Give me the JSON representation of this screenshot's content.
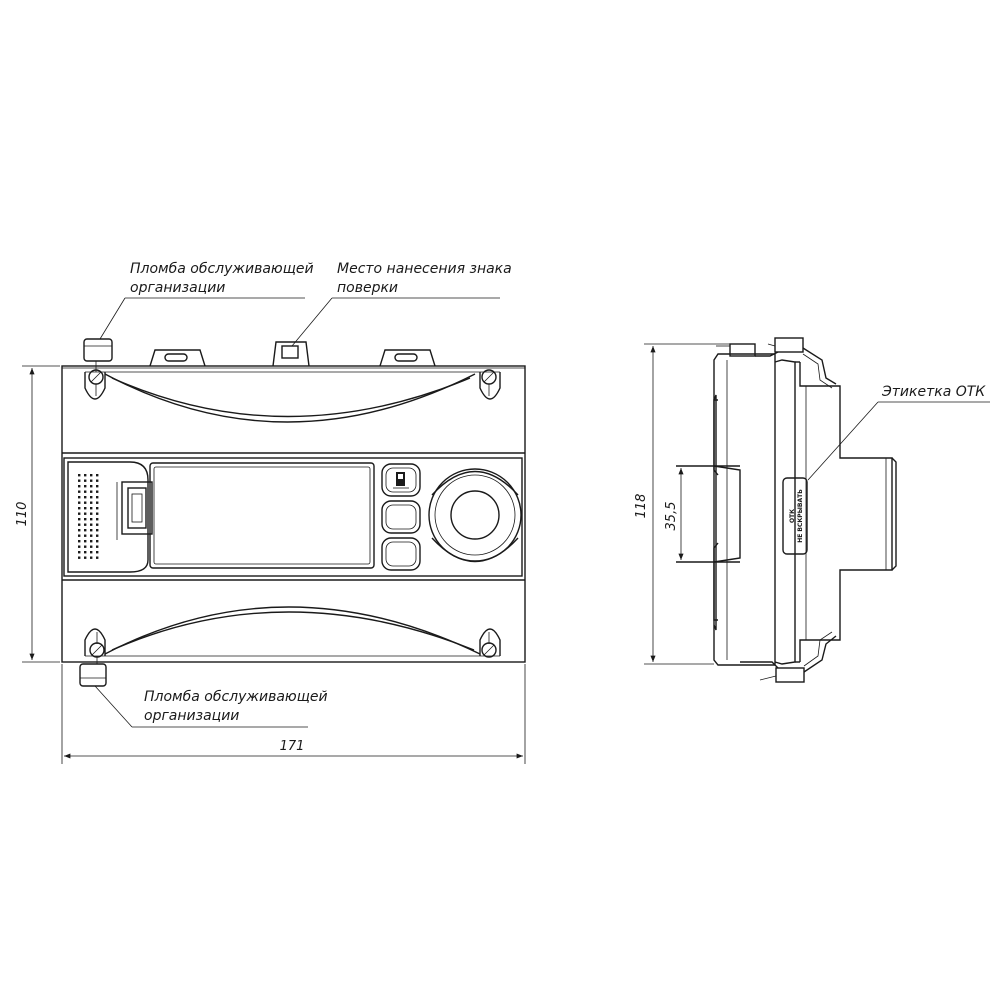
{
  "labels": {
    "seal_top_line1": "Пломба обслуживающей",
    "seal_top_line2": "организации",
    "verification_line1": "Место нанесения знака",
    "verification_line2": "поверки",
    "seal_bottom_line1": "Пломба обслуживающей",
    "seal_bottom_line2": "организации",
    "otk_label": "Этикетка ОТК",
    "otk_sticker_line1": "ОТК",
    "otk_sticker_line2": "НЕ ВСКРЫВАТЬ"
  },
  "dimensions": {
    "front_height": "110",
    "front_width": "171",
    "side_height": "118",
    "rail_height": "35,5"
  }
}
